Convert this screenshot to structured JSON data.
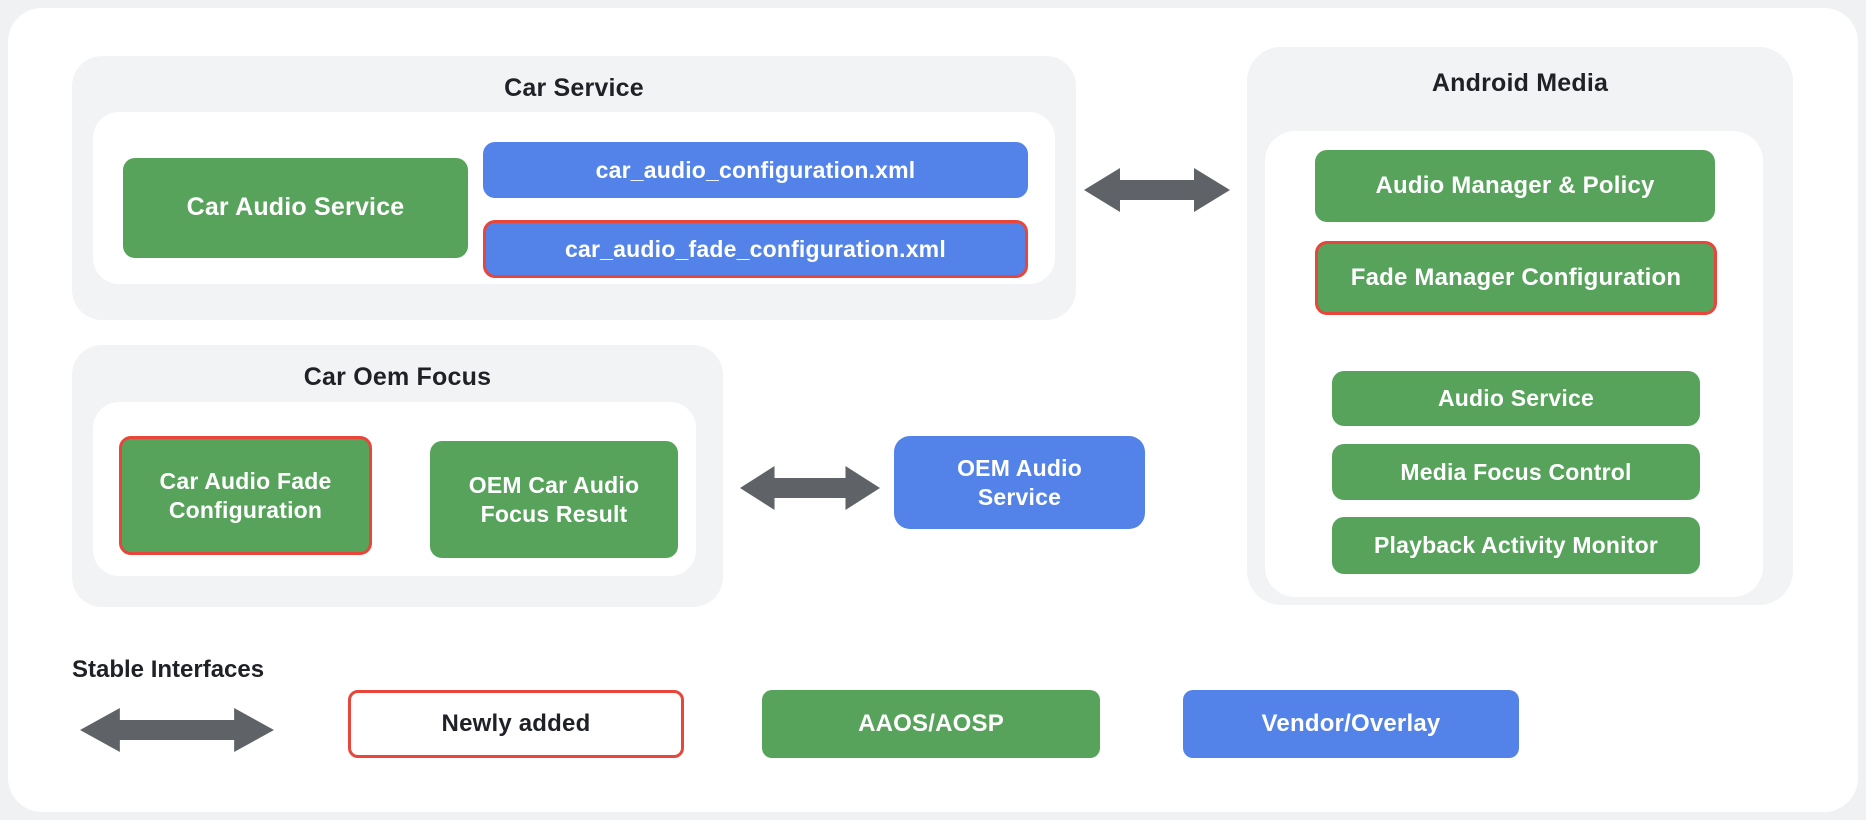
{
  "colors": {
    "aaos_green": "#58a35c",
    "vendor_blue": "#5383e8",
    "newly_added_red": "#e8463a",
    "arrow_gray": "#5f6368",
    "section_gray": "#f2f3f4",
    "title_dark": "#1f2126"
  },
  "sections": {
    "car_service": {
      "title": "Car Service",
      "car_audio_service": "Car Audio Service",
      "config_xml": "car_audio_configuration.xml",
      "fade_config_xml": "car_audio_fade_configuration.xml"
    },
    "android_media": {
      "title": "Android Media",
      "audio_manager_policy": "Audio Manager & Policy",
      "fade_manager_configuration": "Fade Manager Configuration",
      "audio_service": "Audio Service",
      "media_focus_control": "Media Focus Control",
      "playback_activity_monitor": "Playback Activity Monitor"
    },
    "car_oem_focus": {
      "title": "Car Oem Focus",
      "car_audio_fade_configuration": "Car Audio Fade Configuration",
      "oem_car_audio_focus_result": "OEM Car Audio Focus Result"
    },
    "oem_audio_service": "OEM Audio Service"
  },
  "legend": {
    "stable_interfaces": "Stable Interfaces",
    "newly_added": "Newly added",
    "aaos_aosp": "AAOS/AOSP",
    "vendor_overlay": "Vendor/Overlay"
  }
}
